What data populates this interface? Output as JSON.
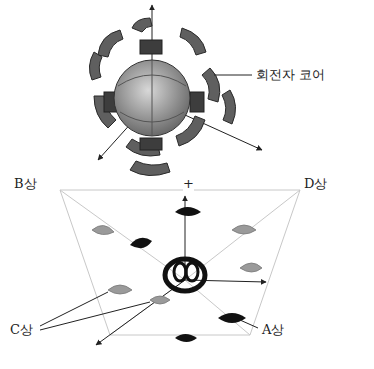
{
  "diagram": {
    "labels": [
      "회전자 코어",
      "B상",
      "+",
      "D상",
      "C상",
      "A상"
    ]
  }
}
